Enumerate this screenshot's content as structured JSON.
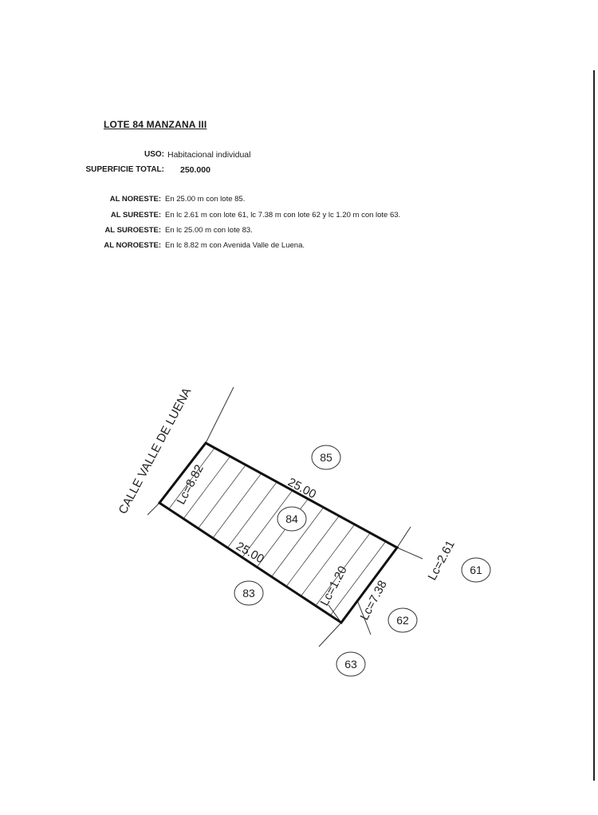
{
  "header": {
    "title": "LOTE 84 MANZANA III"
  },
  "info": {
    "uso_label": "USO:",
    "uso_value": "Habitacional individual",
    "superficie_label": "SUPERFICIE TOTAL:",
    "superficie_value": "250.000"
  },
  "boundaries": [
    {
      "label": "AL NORESTE:",
      "text": "En 25.00 m con lote 85."
    },
    {
      "label": "AL SURESTE:",
      "text": "En lc 2.61 m con lote 61, lc 7.38 m con lote 62 y lc 1.20 m con lote 63."
    },
    {
      "label": "AL SUROESTE:",
      "text": "En lc 25.00 m con lote 83."
    },
    {
      "label": "AL NOROESTE:",
      "text": "En lc 8.82 m con Avenida Valle de Luena."
    }
  ],
  "plan": {
    "street_label": "CALLE VALLE DE LUENA",
    "dim_northeast": "25.00",
    "dim_southwest": "25.00",
    "dim_northwest": "Lc=8.82",
    "dim_se_1": "Lc=2.61",
    "dim_se_2": "Lc=7.38",
    "dim_se_3": "Lc=1.20",
    "lots": {
      "l84": "84",
      "l85": "85",
      "l83": "83",
      "l61": "61",
      "l62": "62",
      "l63": "63"
    }
  }
}
